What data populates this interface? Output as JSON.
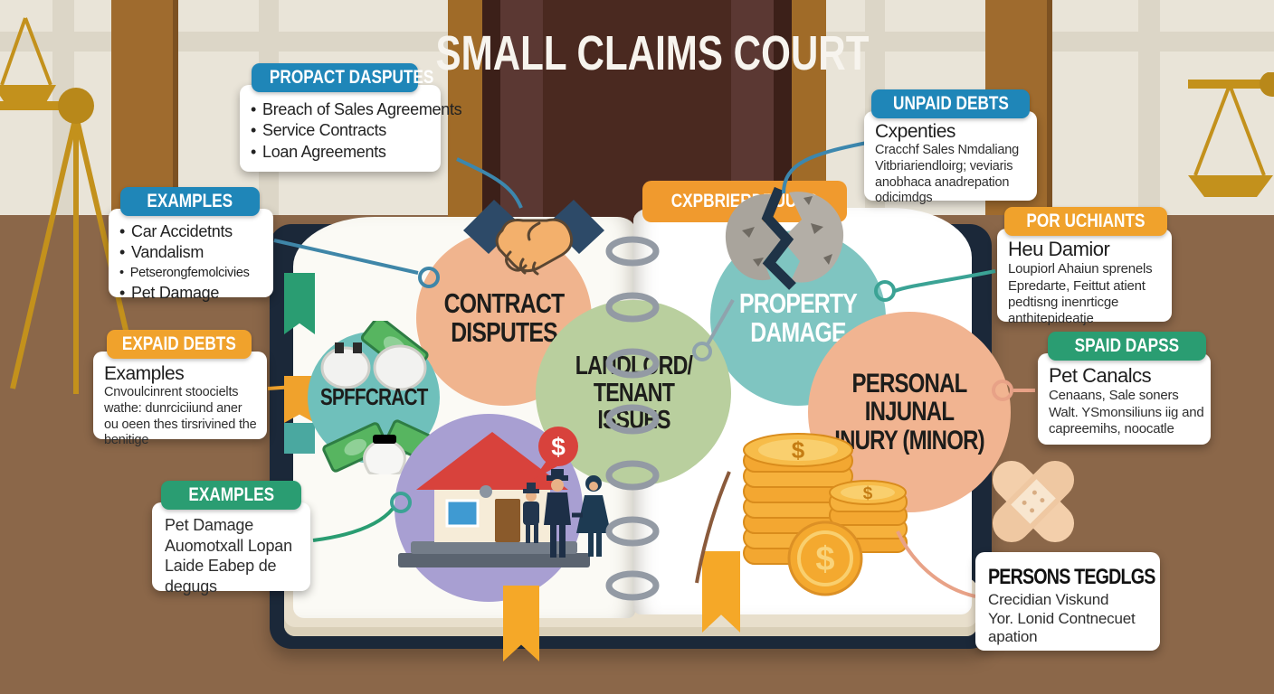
{
  "title": "SMALL CLAIMS COURT",
  "banner_label": "CXPBRIERDBUUPS",
  "ui": {
    "bullet": "•"
  },
  "boxes": {
    "propact": {
      "header": "PROPACT DASPUTES",
      "items": [
        "Breach of Sales Agreements",
        "Service Contracts",
        "Loan Agreements"
      ]
    },
    "examples_blue": {
      "header": "EXAMPLES",
      "items": [
        "Car Accidetnts",
        "Vandalism",
        "Petserongfemolcivies",
        "Pet Damage"
      ]
    },
    "expaid": {
      "header": "EXPAID DEBTS",
      "subheading": "Examples",
      "lines": [
        "Cnvoulcinrent stoocielts",
        "wathe: dunrciciiund aner",
        "ou oeen thes tirsrivined the",
        "benitige"
      ]
    },
    "examples_green": {
      "header": "EXAMPLES",
      "lines": [
        "Pet Damage",
        "Auomotxall Lopan",
        "Laide Eabep de",
        "degugs"
      ]
    },
    "unpaid": {
      "header": "UNPAID DEBTS",
      "subheading": "Cxpenties",
      "lines": [
        "Cracchf Sales Nmdaliang",
        "Vitbriariendloirg; veviaris",
        "anobhaca anadrepation",
        "odicimdgs"
      ]
    },
    "por_uchiants": {
      "header": "POR UCHIANTS",
      "subheading": "Heu Damior",
      "lines": [
        "Loupiorl Ahaiun sprenels",
        "Epredarte, Feittut atient",
        "pedtisng inenrticge",
        "anthitepideatje"
      ]
    },
    "spaid": {
      "header": "SPAID DAPSS",
      "subheading": "Pet Canalcs",
      "lines": [
        "Cenaans, Sale soners",
        "Walt. YSmonsiliuns iig and",
        "capreemihs, noocatle"
      ]
    },
    "persons": {
      "title": "PERSONS TEGDLGS",
      "lines": [
        "Crecidian Viskund",
        "Yor. Lonid Contnecuet",
        "apation"
      ]
    }
  },
  "circles": {
    "contract": {
      "label": "CONTRACT DISPUTES",
      "color": "#f0b48e"
    },
    "landlord": {
      "label": "LANDLORD/ TENANT ISSUES",
      "color": "#b9cf9e"
    },
    "property": {
      "label": "PROPERTY DAMAGE",
      "color": "#7fc5c1"
    },
    "personal": {
      "label": "PERSONAL INJUNAL INURY (MINOR)",
      "color": "#f1b491"
    },
    "money": {
      "label": "SPFFCRACT",
      "color": "#6fc0bb"
    },
    "housing": {
      "color": "#a89fd2"
    }
  },
  "colors": {
    "header_blue": "#1f86b8",
    "header_orange": "#f0a22c",
    "header_green": "#2a9d72",
    "banner_orange": "#f09a2e",
    "book_cover_navy": "#1b2839",
    "wall_beige": "#e9e4d8",
    "floor_brown": "#8b6749",
    "gold_scales": "#c3911c"
  }
}
